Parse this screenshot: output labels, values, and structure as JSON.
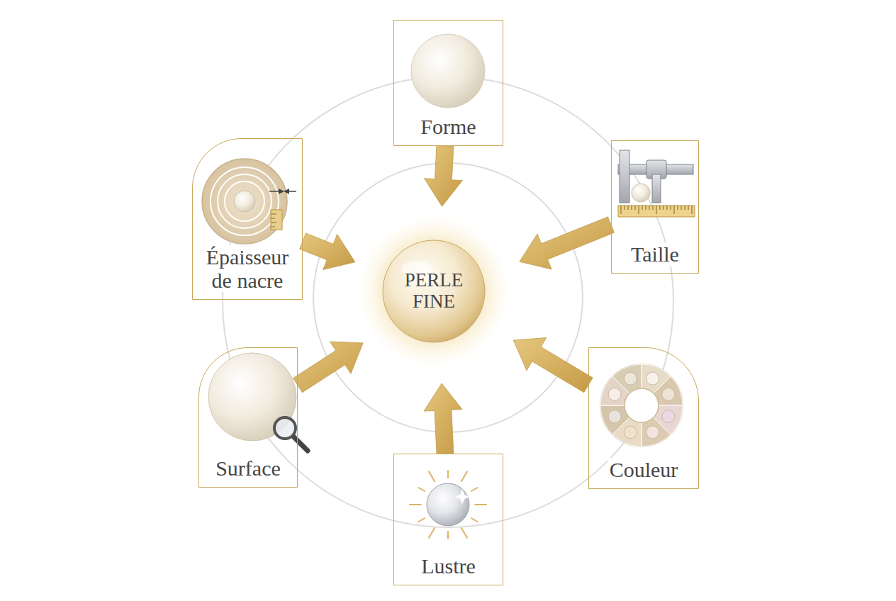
{
  "diagram": {
    "nodes": [
      {
        "text": [
          "Forme"
        ]
      },
      {
        "text": [
          "Épaisseur de nacre"
        ]
      },
      {
        "text": [
          "Taille"
        ]
      },
      {
        "text": [
          "PERLE FINE"
        ]
      },
      {
        "text": [
          "Surface"
        ]
      },
      {
        "text": [
          "Couleur"
        ]
      },
      {
        "text": [
          "Lustre"
        ]
      }
    ],
    "edges": [
      {
        "from": 0,
        "to": 3,
        "arrow": "to"
      },
      {
        "from": 2,
        "to": 3,
        "arrow": "to"
      },
      {
        "from": 5,
        "to": 3,
        "arrow": "to"
      },
      {
        "from": 6,
        "to": 3,
        "arrow": "to"
      },
      {
        "from": 4,
        "to": 3,
        "arrow": "to"
      },
      {
        "from": 1,
        "to": 3,
        "arrow": "to"
      }
    ]
  }
}
